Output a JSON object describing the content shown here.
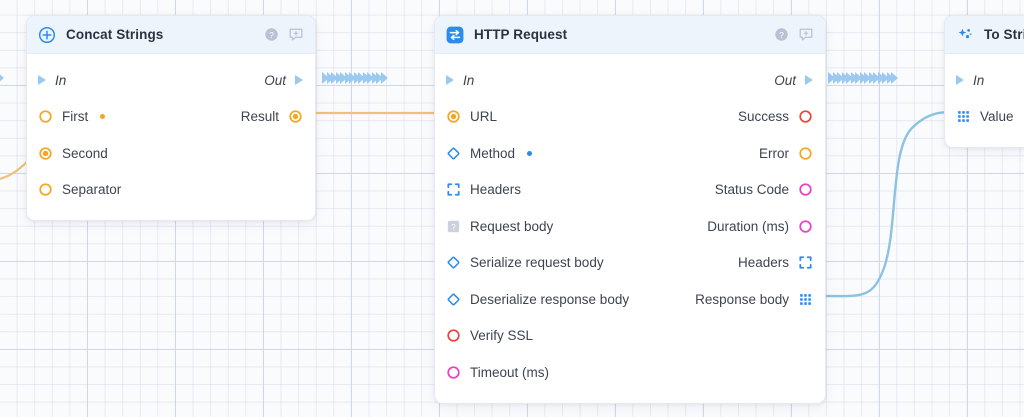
{
  "canvas": {
    "grid": true,
    "background_color": "#fafbfd",
    "grid_color": "#cdd5e5"
  },
  "colors": {
    "accent_blue": "#2b8cf0",
    "port_orange": "#f5a623",
    "port_red": "#e8453c",
    "port_magenta": "#ec3fc0",
    "flow_blue": "#9cc9f0",
    "wire_blue": "#8dc2e3",
    "wire_orange": "#f0c07a",
    "header_bg": "#eef4fb",
    "node_border": "#e6eaf0"
  },
  "nodes": [
    {
      "id": "concat-strings",
      "title": "Concat Strings",
      "icon": "circle-plus-icon",
      "header_actions": [
        "help-icon",
        "comment-add-icon"
      ],
      "flow": {
        "in_label": "In",
        "out_label": "Out"
      },
      "inputs": [
        {
          "label": "First",
          "glyph": "circle-outline-orange-icon",
          "extra": "value-dot-orange"
        },
        {
          "label": "Second",
          "glyph": "circle-filled-orange-icon",
          "extra": ""
        },
        {
          "label": "Separator",
          "glyph": "circle-outline-orange-icon",
          "extra": ""
        }
      ],
      "outputs": [
        {
          "label": "Result",
          "glyph": "circle-filled-orange-icon"
        }
      ]
    },
    {
      "id": "http-request",
      "title": "HTTP Request",
      "icon": "swap-arrows-icon",
      "header_actions": [
        "help-icon",
        "comment-add-icon"
      ],
      "flow": {
        "in_label": "In",
        "out_label": "Out"
      },
      "inputs": [
        {
          "label": "URL",
          "glyph": "circle-filled-orange-icon",
          "extra": ""
        },
        {
          "label": "Method",
          "glyph": "diamond-outline-blue-icon",
          "extra": "value-dot-blue"
        },
        {
          "label": "Headers",
          "glyph": "brackets-blue-icon",
          "extra": ""
        },
        {
          "label": "Request body",
          "glyph": "unknown-type-gray-icon",
          "extra": ""
        },
        {
          "label": "Serialize request body",
          "glyph": "diamond-outline-blue-icon",
          "extra": ""
        },
        {
          "label": "Deserialize response body",
          "glyph": "diamond-outline-blue-icon",
          "extra": ""
        },
        {
          "label": "Verify SSL",
          "glyph": "circle-outline-red-icon",
          "extra": ""
        },
        {
          "label": "Timeout (ms)",
          "glyph": "circle-outline-magenta-icon",
          "extra": ""
        }
      ],
      "outputs": [
        {
          "label": "Success",
          "glyph": "circle-outline-red-icon"
        },
        {
          "label": "Error",
          "glyph": "circle-outline-orange-icon"
        },
        {
          "label": "Status Code",
          "glyph": "circle-outline-magenta-icon"
        },
        {
          "label": "Duration (ms)",
          "glyph": "circle-outline-magenta-icon"
        },
        {
          "label": "Headers",
          "glyph": "brackets-blue-icon"
        },
        {
          "label": "Response body",
          "glyph": "grid-blue-icon"
        }
      ]
    },
    {
      "id": "to-string",
      "title": "To String",
      "icon": "sparkle-icon",
      "header_actions": [],
      "flow": {
        "in_label": "In",
        "out_label": ""
      },
      "inputs": [
        {
          "label": "Value",
          "glyph": "grid-blue-icon",
          "extra": ""
        }
      ],
      "outputs": []
    }
  ],
  "connections": [
    {
      "id": "concat-out-to-http-in",
      "style": "chevrons",
      "color": "#8fc4ef"
    },
    {
      "id": "offscreen-left-to-concat-in",
      "style": "chevrons",
      "color": "#8fc4ef"
    },
    {
      "id": "http-out-to-tostring-in",
      "style": "chevrons",
      "color": "#8fc4ef"
    },
    {
      "id": "concat-result-wire",
      "style": "curve",
      "color": "#f0c07a"
    },
    {
      "id": "response-body-to-value-wire",
      "style": "curve",
      "color": "#8dc2e3"
    }
  ]
}
